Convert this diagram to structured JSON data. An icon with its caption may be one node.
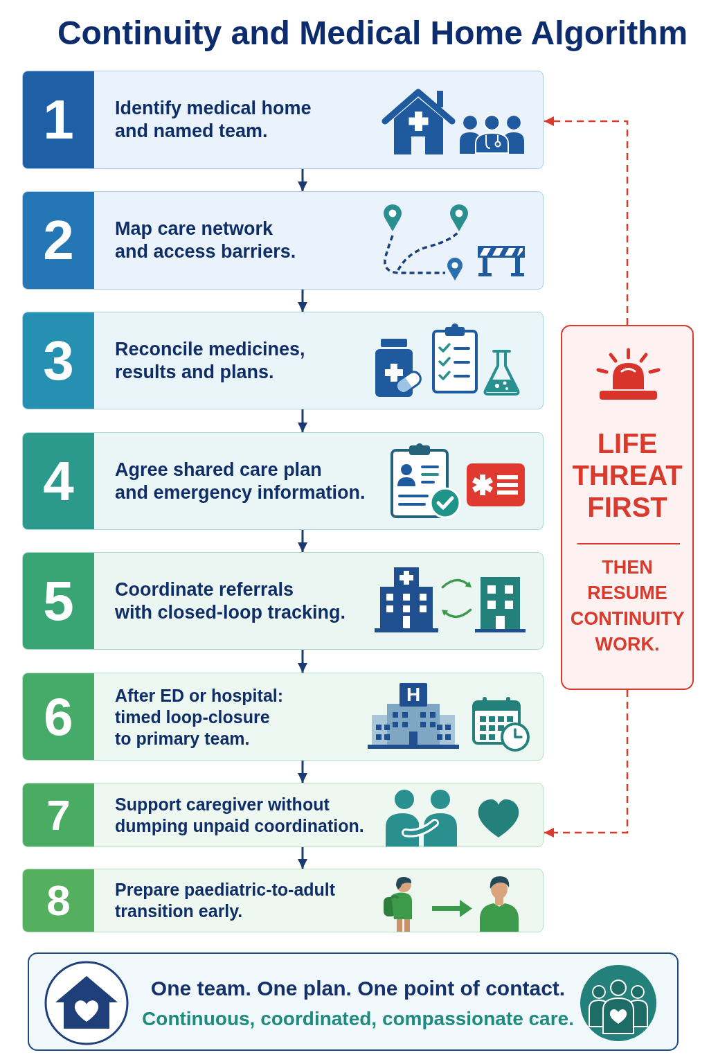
{
  "diagram": {
    "title": "Continuity and Medical Home Algorithm",
    "nodes": [
      {
        "text": [
          "1",
          "Identify medical home and named team."
        ]
      },
      {
        "text": [
          "2",
          "Map care network and access barriers."
        ]
      },
      {
        "text": [
          "3",
          "Reconcile medicines, results and plans."
        ]
      },
      {
        "text": [
          "4",
          "Agree shared care plan and emergency information."
        ]
      },
      {
        "text": [
          "5",
          "Coordinate referrals with closed-loop tracking."
        ]
      },
      {
        "text": [
          "6",
          "After ED or hospital: timed loop-closure to primary team."
        ]
      },
      {
        "text": [
          "7",
          "Support caregiver without dumping unpaid coordination."
        ]
      },
      {
        "text": [
          "8",
          "Prepare paediatric-to-adult transition early."
        ]
      },
      {
        "text": [
          "LIFE THREAT FIRST",
          "THEN RESUME CONTINUITY WORK."
        ]
      },
      {
        "text": [
          "One team. One plan. One point of contact.",
          "Continuous, coordinated, compassionate care."
        ]
      }
    ],
    "edges": [
      {
        "from": 0,
        "to": 1,
        "arrow": "to"
      },
      {
        "from": 1,
        "to": 2,
        "arrow": "to"
      },
      {
        "from": 2,
        "to": 3,
        "arrow": "to"
      },
      {
        "from": 3,
        "to": 4,
        "arrow": "to"
      },
      {
        "from": 4,
        "to": 5,
        "arrow": "to"
      },
      {
        "from": 5,
        "to": 6,
        "arrow": "to"
      },
      {
        "from": 6,
        "to": 7,
        "arrow": "to"
      },
      {
        "from": 8,
        "to": 0,
        "arrow": "to",
        "style": "dashed",
        "color": "#d93a2b"
      },
      {
        "from": 8,
        "to": 6,
        "arrow": "to",
        "style": "dashed",
        "color": "#d93a2b"
      }
    ],
    "labels": [
      "H"
    ]
  }
}
